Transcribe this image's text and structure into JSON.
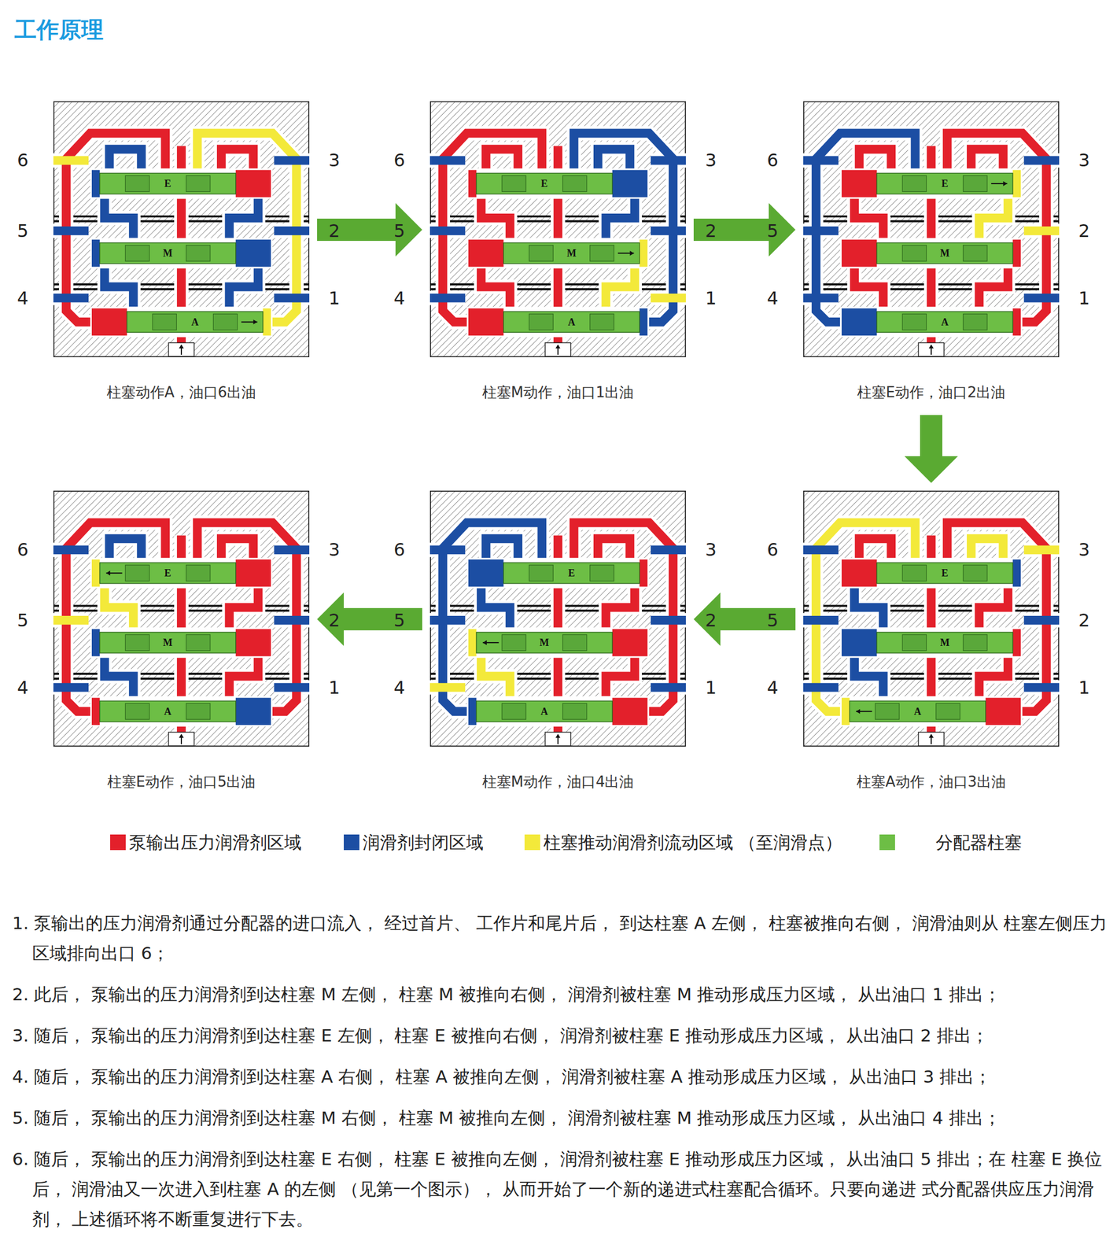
{
  "diagram": {
    "title": "工作原理",
    "nodes": [
      {
        "text": [
          "柱塞动作A，油口6出油"
        ]
      },
      {
        "text": [
          "柱塞M动作，油口1出油"
        ]
      },
      {
        "text": [
          "柱塞E动作，油口2出油"
        ]
      },
      {
        "text": [
          "柱塞E动作，油口5出油"
        ]
      },
      {
        "text": [
          "柱塞M动作，油口4出油"
        ]
      },
      {
        "text": [
          "柱塞A动作，油口3出油"
        ]
      }
    ],
    "edges": [
      {
        "from": 0,
        "to": 1,
        "arrow": "to"
      },
      {
        "from": 1,
        "to": 2,
        "arrow": "to"
      },
      {
        "from": 2,
        "to": 5,
        "arrow": "to"
      },
      {
        "from": 5,
        "to": 4,
        "arrow": "to"
      },
      {
        "from": 4,
        "to": 3,
        "arrow": "to"
      }
    ],
    "labels": [
      "6",
      "3",
      "5",
      "2",
      "4",
      "1",
      "E",
      "M",
      "A",
      "6",
      "3",
      "5",
      "2",
      "4",
      "1",
      "E",
      "M",
      "A",
      "6",
      "3",
      "5",
      "2",
      "4",
      "1",
      "E",
      "M",
      "A",
      "6",
      "3",
      "5",
      "2",
      "4",
      "1",
      "E",
      "M",
      "A",
      "6",
      "3",
      "5",
      "2",
      "4",
      "1",
      "E",
      "M",
      "A",
      "6",
      "3",
      "5",
      "2",
      "4",
      "1",
      "E",
      "M",
      "A",
      "1. 泵输出的压力润滑剂通过分配器的进口流入， 经过首片、 工作片和尾片后， 到达柱塞 A 左侧， 柱塞被推向右侧， 润滑油则从 柱塞左侧压力区域排向出口 6；",
      "2. 此后， 泵输出的压力润滑剂到达柱塞 M 左侧， 柱塞 M 被推向右侧， 润滑剂被柱塞 M 推动形成压力区域， 从出油口 1 排出；",
      "3. 随后， 泵输出的压力润滑剂到达柱塞 E 左侧， 柱塞 E 被推向右侧， 润滑剂被柱塞 E 推动形成压力区域， 从出油口 2 排出；",
      "4. 随后， 泵输出的压力润滑剂到达柱塞 A 右侧， 柱塞 A 被推向左侧， 润滑剂被柱塞 A 推动形成压力区域， 从出油口 3 排出；",
      "5. 随后， 泵输出的压力润滑剂到达柱塞 M 右侧， 柱塞 M 被推向左侧， 润滑剂被柱塞 M 推动形成压力区域， 从出油口 4 排出；",
      "6. 随后， 泵输出的压力润滑剂到达柱塞 E 右侧， 柱塞 E 被推向左侧， 润滑剂被柱塞 E 推动形成压力区域， 从出油口 5 排出；在 柱塞 E 换位后， 润滑油又一次进入到柱塞 A 的左侧 （见第一个图示）， 从而开始了一个新的递进式柱塞配合循环。只要向递进 式分配器供应压力润滑剂， 上述循环将不断重复进行下去。"
    ],
    "legend": [
      {
        "text": "泵输出压力润滑剂区域",
        "color": "#e3202b"
      },
      {
        "text": "润滑剂封闭区域",
        "color": "#1c4ea3"
      },
      {
        "text": "柱塞推动润滑剂流动区域 （至润滑点）",
        "color": "#f3e93a"
      },
      {
        "text": "分配器柱塞",
        "color": "#6dbe45"
      }
    ]
  }
}
